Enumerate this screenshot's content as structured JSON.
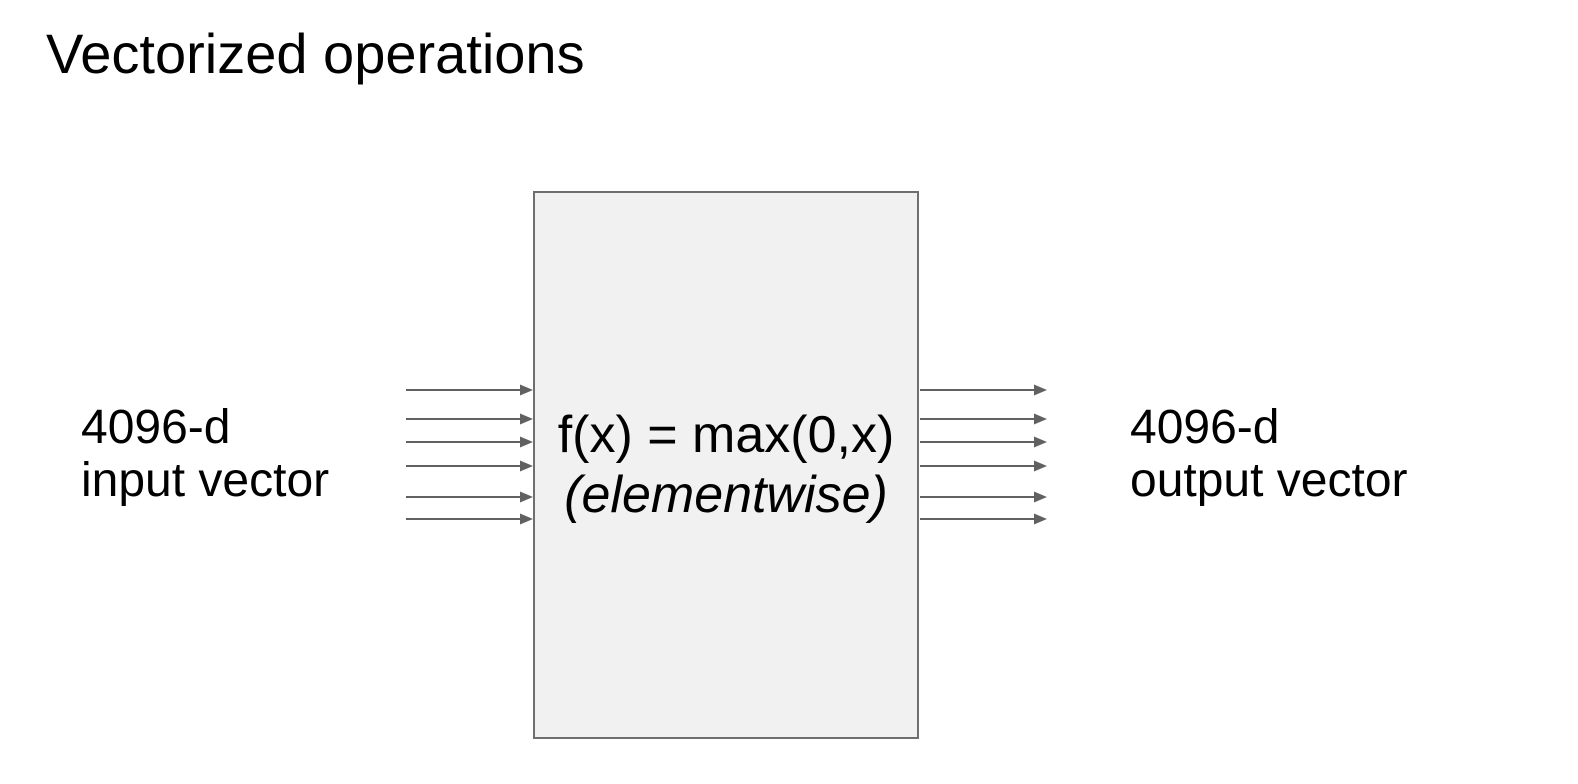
{
  "slide": {
    "title": "Vectorized operations"
  },
  "input_label": {
    "line1": "4096-d",
    "line2": "input vector"
  },
  "output_label": {
    "line1": "4096-d",
    "line2": "output vector"
  },
  "function_box": {
    "formula": "f(x) = max(0,x)",
    "note": "(elementwise)",
    "fill_color": "#f1f1f2",
    "border_color": "#6f6f6f"
  },
  "arrows": {
    "color": "#616161",
    "input_count": 6,
    "output_count": 6
  }
}
